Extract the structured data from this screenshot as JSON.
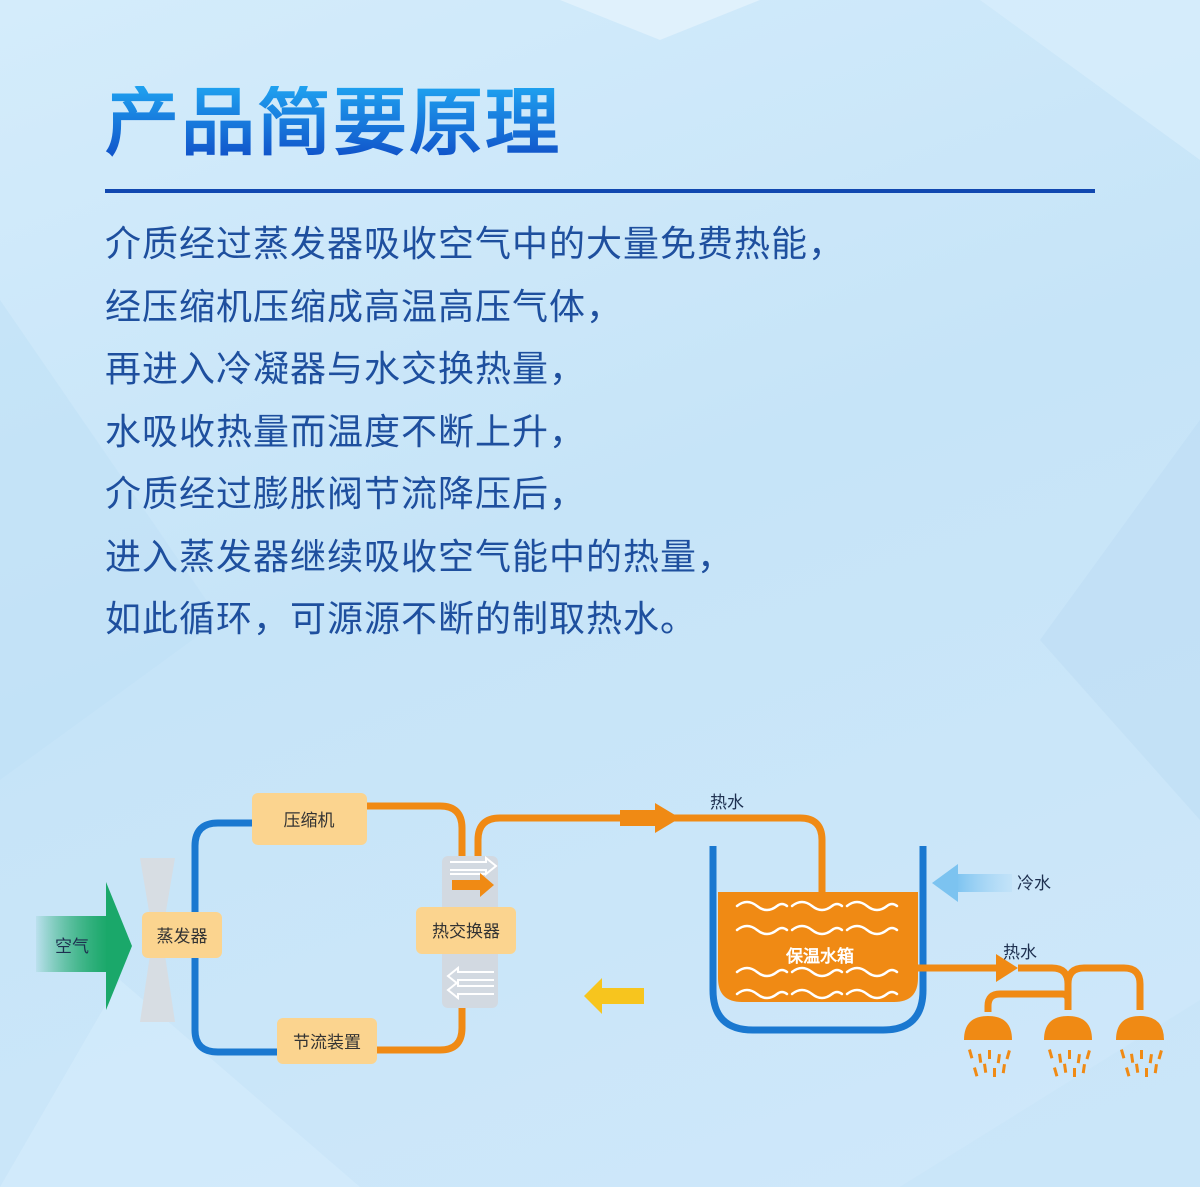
{
  "title": "产品简要原理",
  "description": [
    "介质经过蒸发器吸收空气中的大量免费热能，",
    "经压缩机压缩成高温高压气体，",
    "再进入冷凝器与水交换热量，",
    "水吸收热量而温度不断上升，",
    "介质经过膨胀阀节流降压后，",
    "进入蒸发器继续吸收空气能中的热量，",
    "如此循环，可源源不断的制取热水。"
  ],
  "diagram": {
    "air_label": "空气",
    "evaporator_label": "蒸发器",
    "compressor_label": "压缩机",
    "throttle_label": "节流装置",
    "heat_exchanger_label": "热交换器",
    "hot_water_top_label": "热水",
    "cold_water_label": "冷水",
    "hot_water_out_label": "热水",
    "tank_label": "保温水箱",
    "colors": {
      "blue_pipe": "#1a78d0",
      "orange_pipe": "#f08a14",
      "box_fill": "#fbd48f",
      "tank_fill": "#f08a14",
      "cold_arrow": "#9fd3f5",
      "return_arrow": "#f7c51e",
      "air_arrow": "#1aa86a"
    }
  }
}
